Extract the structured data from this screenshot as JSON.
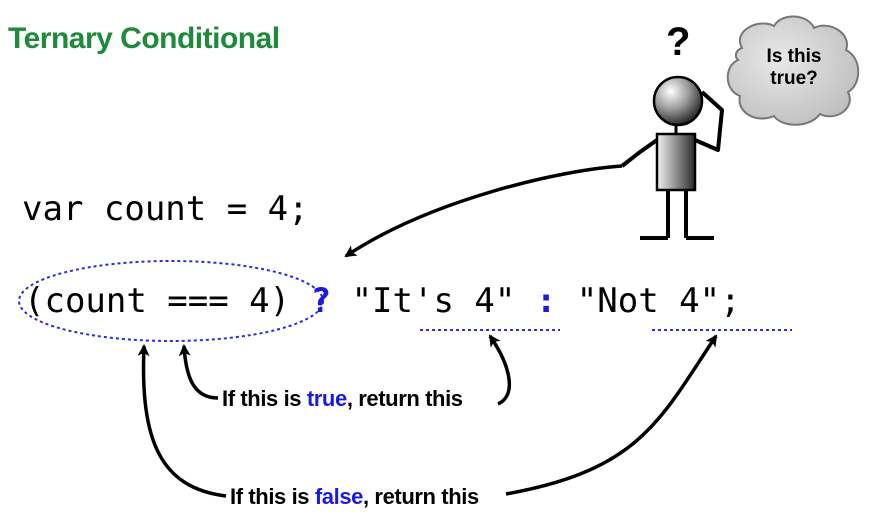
{
  "title": "Ternary Conditional",
  "code": {
    "line1": "var count = 4;",
    "condition": "(count === 4)",
    "question_op": "?",
    "true_value": "\"It's 4\"",
    "colon_op": ":",
    "false_value": "\"Not 4\";"
  },
  "annotations": {
    "true_note": {
      "prefix": "If this is ",
      "keyword": "true",
      "suffix": ", return this"
    },
    "false_note": {
      "prefix": "If this is ",
      "keyword": "false",
      "suffix": ", return this"
    }
  },
  "thinker": {
    "question_mark": "?",
    "thought": "Is this true?"
  },
  "colors": {
    "title": "#1e8a3a",
    "operator": "#1a1ae0",
    "highlight_dash": "#2a2ae0",
    "cloud": "#d0d0d0"
  }
}
